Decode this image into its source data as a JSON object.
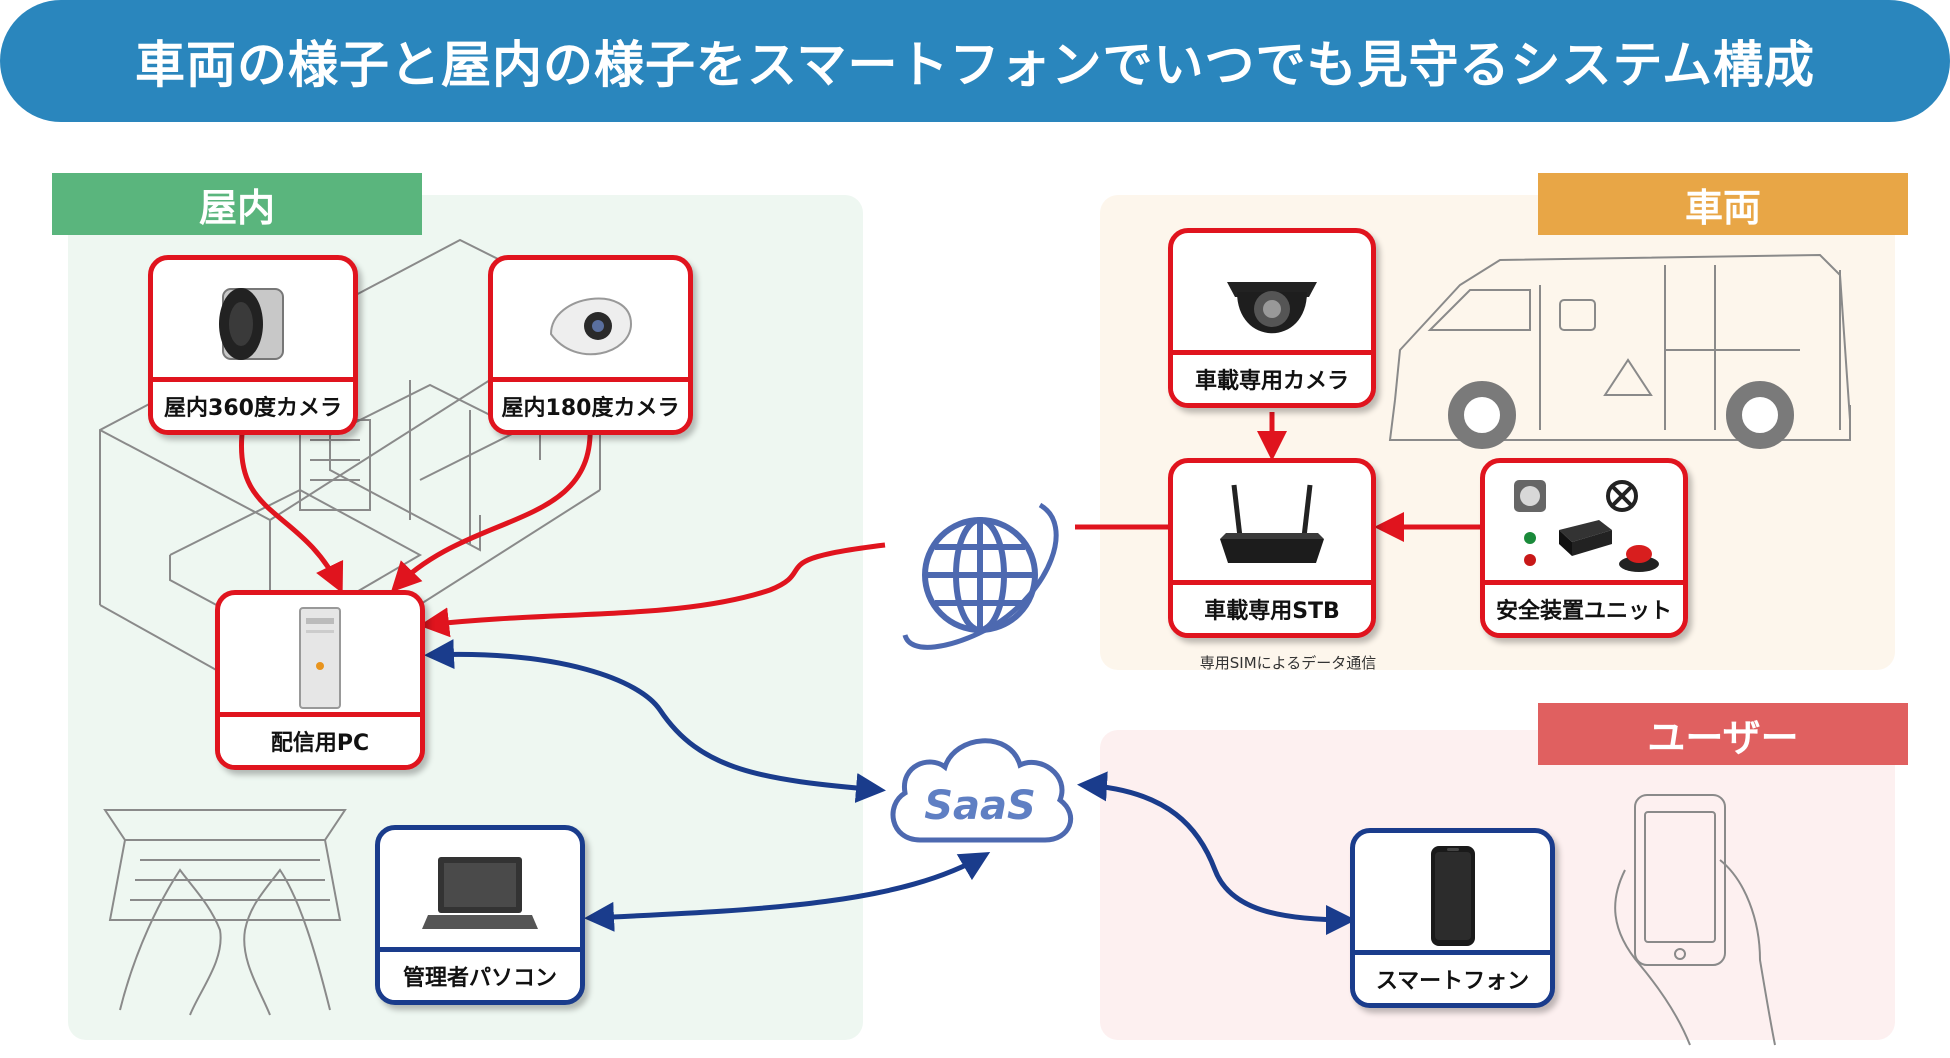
{
  "title": "車両の様子と屋内の様子をスマートフォンでいつでも見守るシステム構成",
  "zones": {
    "indoor": "屋内",
    "vehicle": "車両",
    "user": "ユーザー"
  },
  "devices": {
    "cam360": "屋内360度カメラ",
    "cam180": "屋内180度カメラ",
    "streaming_pc": "配信用PC",
    "admin_pc": "管理者パソコン",
    "vehicle_camera": "車載専用カメラ",
    "vehicle_stb": "車載専用STB",
    "safety_unit": "安全装置ユニット",
    "smartphone": "スマートフォン"
  },
  "cloud_label": "SaaS",
  "sim_note": "専用SIMによるデータ通信",
  "colors": {
    "title_bar": "#2a86bd",
    "indoor": "#5ab57d",
    "vehicle": "#e8a646",
    "user": "#e06060",
    "red_link": "#e0141e",
    "blue_link": "#1a3c8c"
  }
}
